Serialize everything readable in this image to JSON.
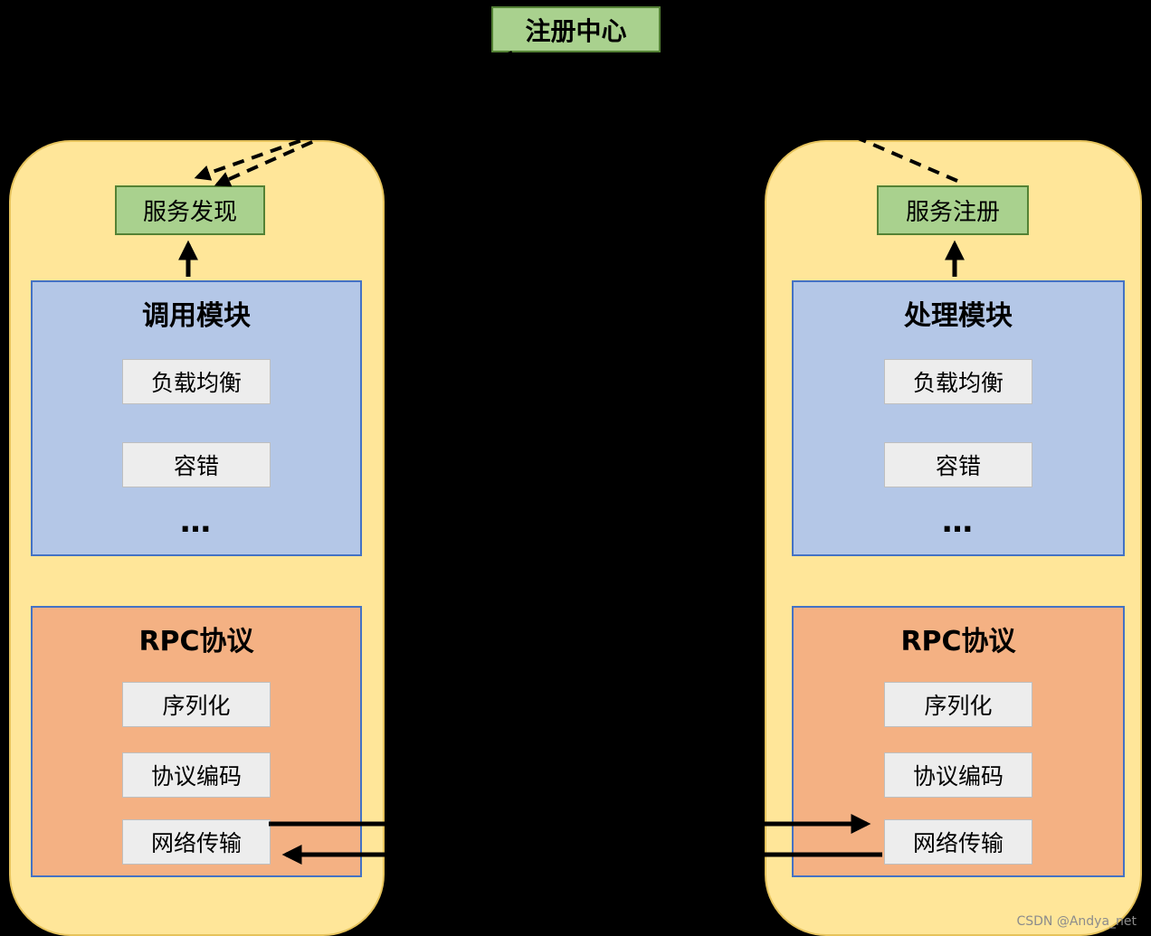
{
  "registry": {
    "label": "注册中心"
  },
  "client": {
    "discovery_label": "服务发现",
    "module": {
      "title": "调用模块",
      "items": [
        "负载均衡",
        "容错",
        "…"
      ]
    },
    "rpc": {
      "title": "RPC协议",
      "items": [
        "序列化",
        "协议编码",
        "网络传输"
      ]
    }
  },
  "server": {
    "register_label": "服务注册",
    "module": {
      "title": "处理模块",
      "items": [
        "负载均衡",
        "容错",
        "…"
      ]
    },
    "rpc": {
      "title": "RPC协议",
      "items": [
        "序列化",
        "协议编码",
        "网络传输"
      ]
    }
  },
  "watermark": "CSDN @Andya_net",
  "colors": {
    "background": "#000000",
    "container_fill": "#FFE699",
    "container_border": "#E6C35C",
    "green_fill": "#A9D18E",
    "green_border": "#548235",
    "blue_fill": "#B4C7E7",
    "blue_border": "#4472C4",
    "orange_fill": "#F4B183",
    "item_fill": "#EDEDED",
    "item_border": "#BFBFBF",
    "arrow": "#000000"
  }
}
